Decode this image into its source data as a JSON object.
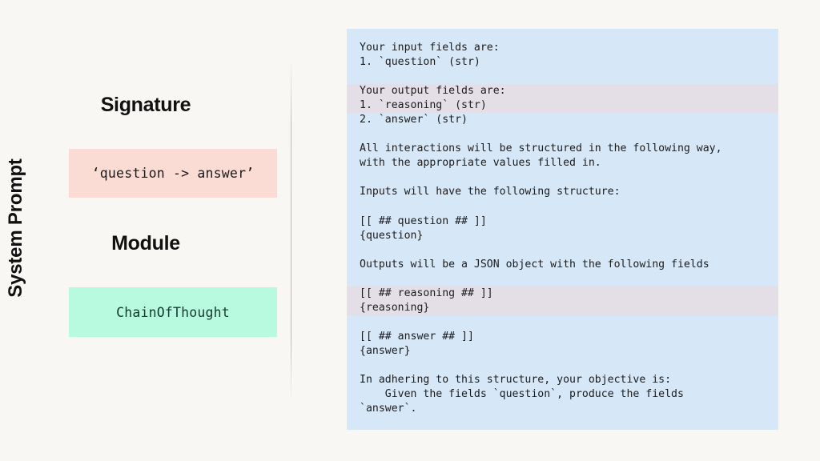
{
  "background_color": "#f8f7f3",
  "left_panel": {
    "signature": {
      "title": "Signature",
      "value": "‘question -> answer’",
      "box_color": "#fbdcd5"
    },
    "module": {
      "title": "Module",
      "value": "ChainOfThought",
      "box_color": "#b7fadf"
    }
  },
  "divider_label": "System Prompt",
  "prompt_panel": {
    "background_color": "#d6e7f7",
    "highlight_color": "#e4dfe6",
    "lines": [
      {
        "text": "Your input fields are:",
        "highlight": false
      },
      {
        "text": "1. `question` (str)",
        "highlight": false
      },
      {
        "text": "",
        "highlight": false
      },
      {
        "text": "Your output fields are:",
        "highlight": true
      },
      {
        "text": "1. `reasoning` (str)",
        "highlight": true
      },
      {
        "text": "2. `answer` (str)",
        "highlight": false
      },
      {
        "text": "",
        "highlight": false
      },
      {
        "text": "All interactions will be structured in the following way,",
        "highlight": false
      },
      {
        "text": "with the appropriate values filled in.",
        "highlight": false
      },
      {
        "text": "",
        "highlight": false
      },
      {
        "text": "Inputs will have the following structure:",
        "highlight": false
      },
      {
        "text": "",
        "highlight": false
      },
      {
        "text": "[[ ## question ## ]]",
        "highlight": false
      },
      {
        "text": "{question}",
        "highlight": false
      },
      {
        "text": "",
        "highlight": false
      },
      {
        "text": "Outputs will be a JSON object with the following fields",
        "highlight": false
      },
      {
        "text": "",
        "highlight": false
      },
      {
        "text": "[[ ## reasoning ## ]]",
        "highlight": true
      },
      {
        "text": "{reasoning}",
        "highlight": true
      },
      {
        "text": "",
        "highlight": false
      },
      {
        "text": "[[ ## answer ## ]]",
        "highlight": false
      },
      {
        "text": "{answer}",
        "highlight": false
      },
      {
        "text": "",
        "highlight": false
      },
      {
        "text": "In adhering to this structure, your objective is:",
        "highlight": false
      },
      {
        "text": "    Given the fields `question`, produce the fields",
        "highlight": false
      },
      {
        "text": "`answer`.",
        "highlight": false
      }
    ]
  }
}
